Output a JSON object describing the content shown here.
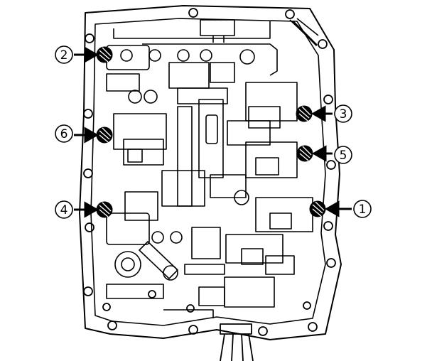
{
  "diagram": {
    "line_color": "#000000",
    "background": "#ffffff",
    "callouts": [
      {
        "id": "1",
        "label": "1",
        "side": "right"
      },
      {
        "id": "2",
        "label": "2",
        "side": "left"
      },
      {
        "id": "3",
        "label": "3",
        "side": "right"
      },
      {
        "id": "4",
        "label": "4",
        "side": "left"
      },
      {
        "id": "5",
        "label": "5",
        "side": "right"
      },
      {
        "id": "6",
        "label": "6",
        "side": "left"
      }
    ]
  }
}
